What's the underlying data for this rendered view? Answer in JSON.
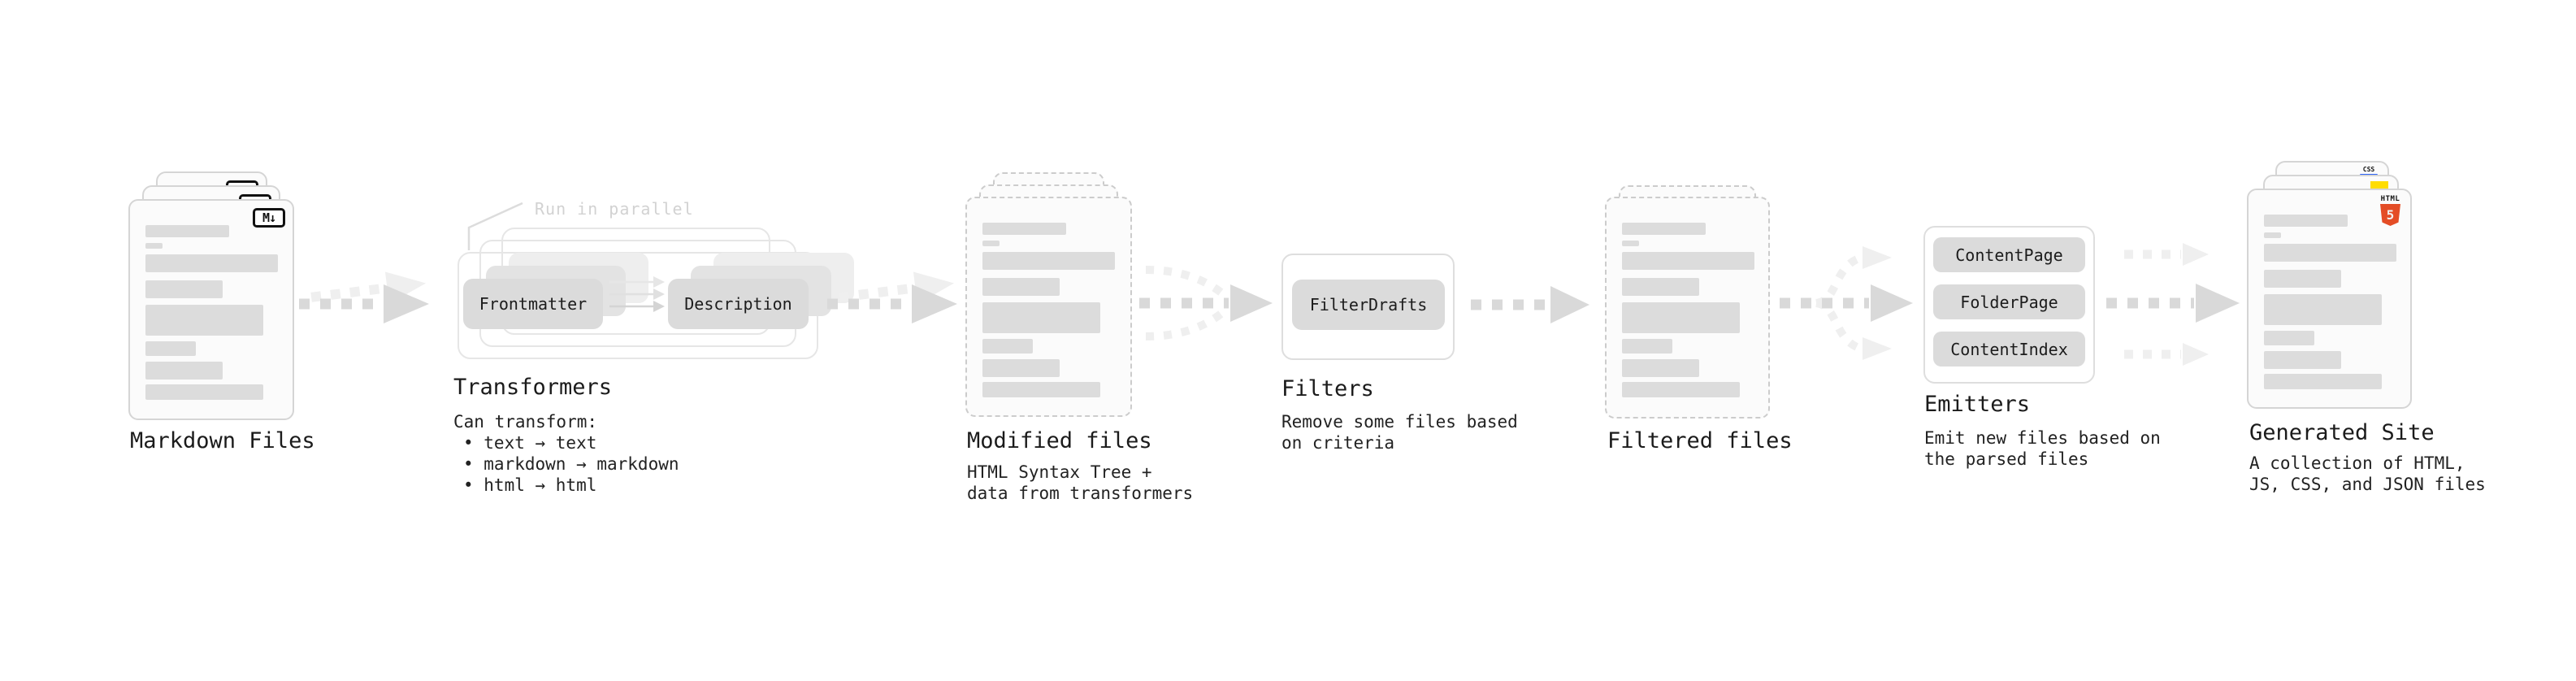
{
  "stages": {
    "markdown_files": {
      "label": "Markdown Files",
      "badge": "M↓"
    },
    "transformers": {
      "annotation": "Run in parallel",
      "steps": [
        "Frontmatter",
        "Description"
      ],
      "label": "Transformers",
      "note_title": "Can transform:",
      "note_items": [
        "• text → text",
        "• markdown → markdown",
        "• html → html"
      ]
    },
    "modified_files": {
      "label": "Modified files",
      "note": "HTML Syntax Tree +\ndata from transformers"
    },
    "filters": {
      "items": [
        "FilterDrafts"
      ],
      "label": "Filters",
      "note": "Remove some files based\non criteria"
    },
    "filtered_files": {
      "label": "Filtered files"
    },
    "emitters": {
      "items": [
        "ContentPage",
        "FolderPage",
        "ContentIndex"
      ],
      "label": "Emitters",
      "note": "Emit new files based on\nthe parsed files"
    },
    "generated_site": {
      "label": "Generated Site",
      "note": "A collection of HTML,\nJS, CSS, and JSON files",
      "css_badge": "CSS",
      "html5_badge_text": "HTML",
      "html5_badge_number": "5"
    }
  },
  "colors": {
    "arrow_dark": "#d9d9d9",
    "arrow_light": "#efefef",
    "button_gray": "#dbdbdb",
    "html5_orange": "#e44d26",
    "js_yellow": "#ffdd00",
    "css_blue": "#2d63f6",
    "annotation_gray": "#d2d2d2"
  }
}
